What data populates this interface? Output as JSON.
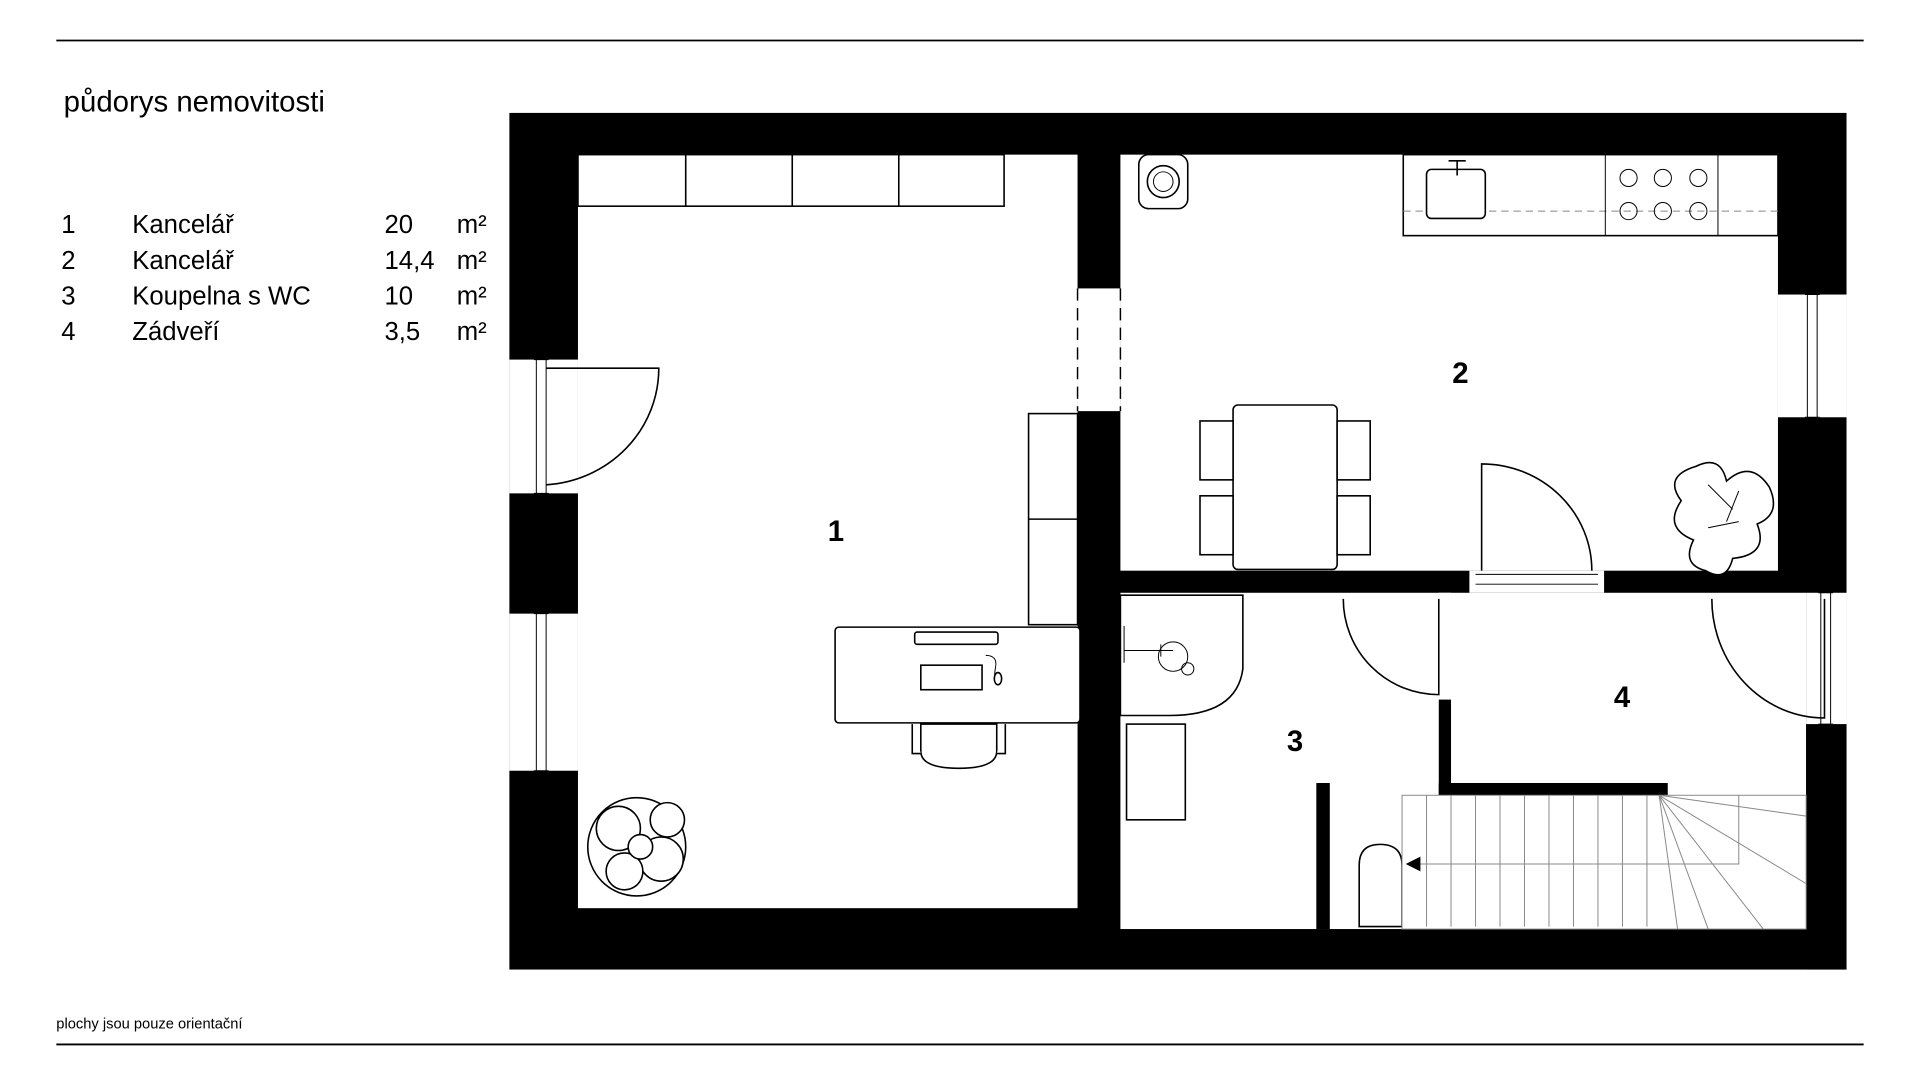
{
  "title": "půdorys nemovitosti",
  "rooms": [
    {
      "number": "1",
      "name": "Kancelář",
      "area": "20",
      "unit": "m²"
    },
    {
      "number": "2",
      "name": "Kancelář",
      "area": "14,4",
      "unit": "m²"
    },
    {
      "number": "3",
      "name": "Koupelna s WC",
      "area": "10",
      "unit": "m²"
    },
    {
      "number": "4",
      "name": "Zádveří",
      "area": "3,5",
      "unit": "m²"
    }
  ],
  "plan_labels": [
    "1",
    "2",
    "3",
    "4"
  ],
  "footer_note": "plochy jsou pouze orientační"
}
